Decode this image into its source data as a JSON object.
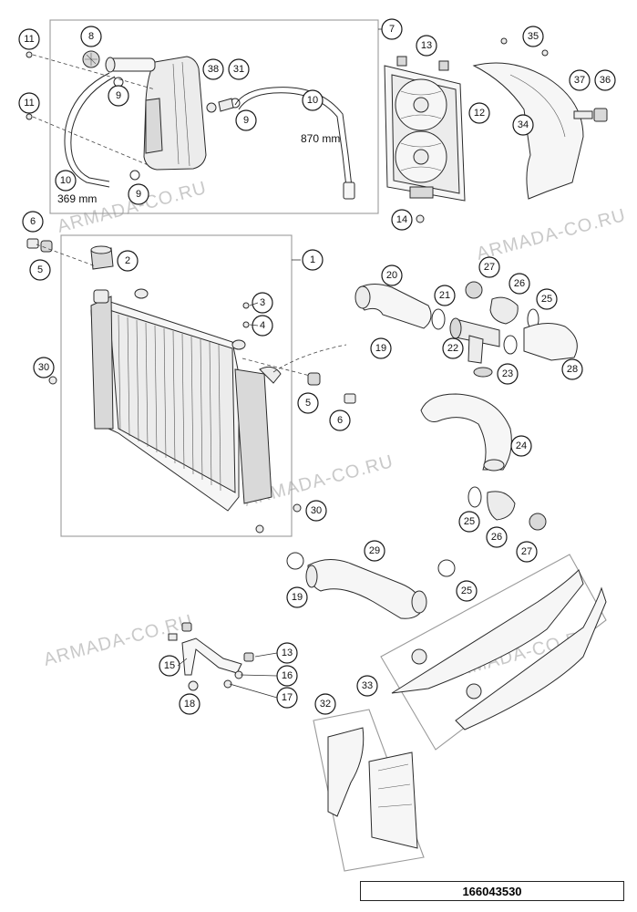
{
  "watermark": "ARMADA-CO.RU",
  "document_number": "166043530",
  "dimensions": {
    "hose_long": "870 mm",
    "hose_short": "369 mm"
  },
  "callouts": {
    "c1": "1",
    "c2": "2",
    "c3": "3",
    "c4": "4",
    "c5": "5",
    "c6": "6",
    "c7": "7",
    "c8": "8",
    "c9": "9",
    "c10": "10",
    "c11": "11",
    "c12": "12",
    "c13": "13",
    "c14": "14",
    "c15": "15",
    "c16": "16",
    "c17": "17",
    "c18": "18",
    "c19": "19",
    "c20": "20",
    "c21": "21",
    "c22": "22",
    "c23": "23",
    "c24": "24",
    "c25": "25",
    "c26": "26",
    "c27": "27",
    "c28": "28",
    "c29": "29",
    "c30": "30",
    "c31": "31",
    "c32": "32",
    "c33": "33",
    "c34": "34",
    "c35": "35",
    "c36": "36",
    "c37": "37",
    "c38": "38"
  },
  "colors": {
    "line": "#1a1a1a",
    "frame": "#9a9a9a",
    "watermark": "#c9c9c9",
    "background": "#ffffff"
  }
}
